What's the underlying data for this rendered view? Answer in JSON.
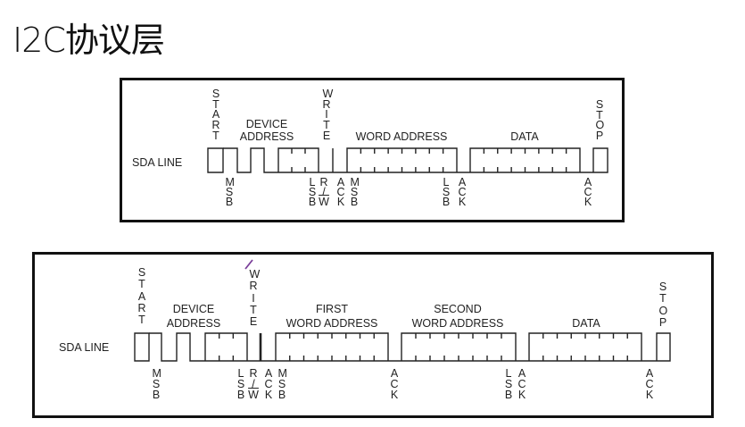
{
  "title": "I2C协议层",
  "diagram1": {
    "sda_label": "SDA LINE",
    "top": {
      "start": "START",
      "device_1": "DEVICE",
      "device_2": "ADDRESS",
      "write": "WRITE",
      "word": "WORD ADDRESS",
      "data": "DATA",
      "stop": "STOP"
    },
    "bottom": {
      "msb1": "MSB",
      "lsb1": "LSB",
      "r": "R",
      "slash": "/",
      "w": "W",
      "ack1": "ACK",
      "msb2": "MSB",
      "lsb2": "LSB",
      "ack2": "ACK",
      "ack3": "ACK"
    }
  },
  "diagram2": {
    "sda_label": "SDA LINE",
    "top": {
      "start": "START",
      "device_1": "DEVICE",
      "device_2": "ADDRESS",
      "write": "WRITE",
      "first_1": "FIRST",
      "first_2": "WORD ADDRESS",
      "second_1": "SECOND",
      "second_2": "WORD ADDRESS",
      "data": "DATA",
      "stop": "STOP"
    },
    "bottom": {
      "msb1": "MSB",
      "lsb1": "LSB",
      "r": "R",
      "slash": "/",
      "w": "W",
      "ack1": "ACK",
      "msb2": "MSB",
      "ack2": "ACK",
      "lsb2": "LSB",
      "ack3": "ACK",
      "ack4": "ACK"
    }
  },
  "colors": {
    "line": "#222222",
    "frame": "#111111",
    "annotation_mark": "#7a3f9a"
  }
}
